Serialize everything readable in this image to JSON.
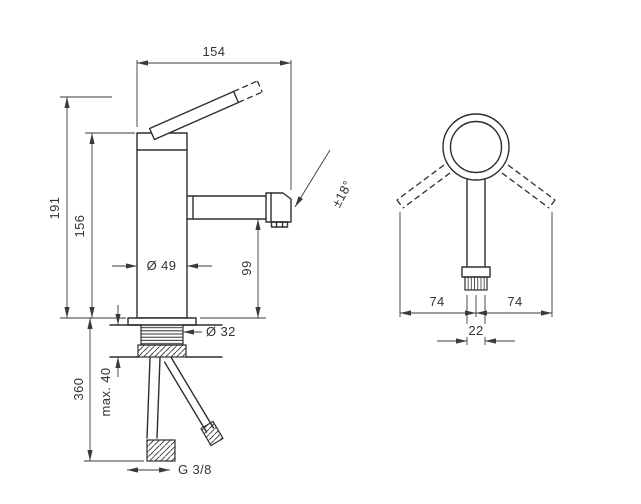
{
  "colors": {
    "ink": "#2e2e2e",
    "background": "#ffffff"
  },
  "side_view": {
    "spout_reach": "154",
    "total_height": "191",
    "height_to_spout": "156",
    "body_diameter": "Ø 49",
    "spout_underside_height": "99",
    "shank_diameter": "Ø 32",
    "hose_length": "360",
    "max_deck_thickness": "max. 40",
    "connection_thread": "G 3/8",
    "aerator_swivel_angle": "±18°"
  },
  "front_view": {
    "left_offset": "74",
    "right_offset": "74",
    "body_width": "22"
  }
}
